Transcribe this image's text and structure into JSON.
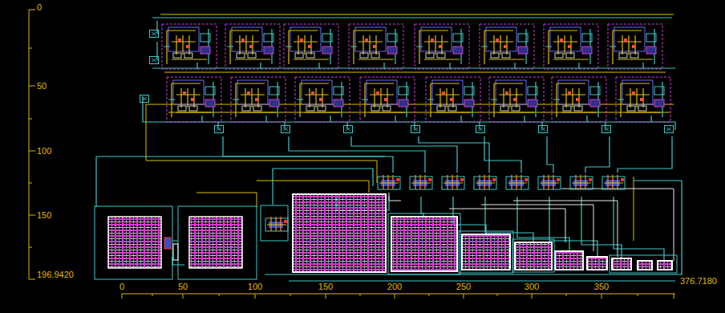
{
  "diagram": {
    "labels": [
      "0",
      "50",
      "100",
      "150",
      "196.9420",
      "0",
      "50",
      "100",
      "150",
      "200",
      "250",
      "300",
      "350",
      "376.7180"
    ]
  }
}
